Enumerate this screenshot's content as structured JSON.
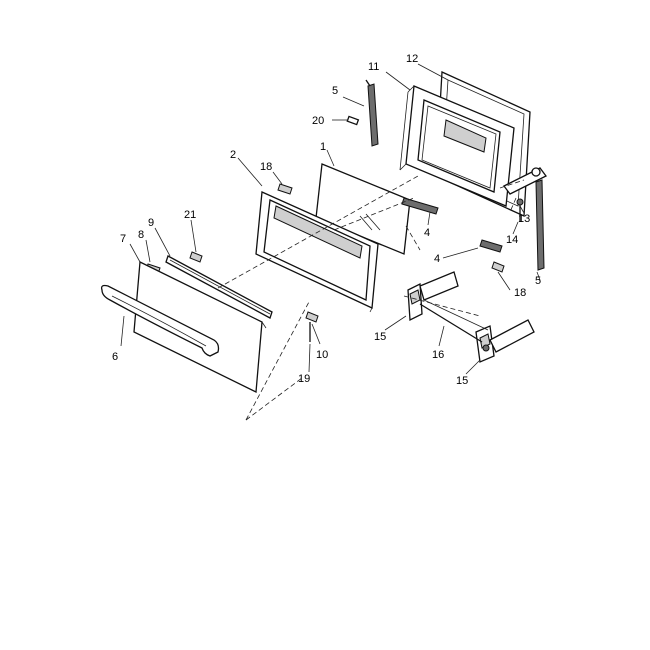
{
  "callouts": [
    {
      "id": "c1",
      "text": "1"
    },
    {
      "id": "c2",
      "text": "2"
    },
    {
      "id": "c4a",
      "text": "4"
    },
    {
      "id": "c4b",
      "text": "4"
    },
    {
      "id": "c5a",
      "text": "5"
    },
    {
      "id": "c5b",
      "text": "5"
    },
    {
      "id": "c6",
      "text": "6"
    },
    {
      "id": "c7",
      "text": "7"
    },
    {
      "id": "c8",
      "text": "8"
    },
    {
      "id": "c9",
      "text": "9"
    },
    {
      "id": "c10",
      "text": "10"
    },
    {
      "id": "c11",
      "text": "11"
    },
    {
      "id": "c12",
      "text": "12"
    },
    {
      "id": "c13",
      "text": "13"
    },
    {
      "id": "c14",
      "text": "14"
    },
    {
      "id": "c15a",
      "text": "15"
    },
    {
      "id": "c15b",
      "text": "15"
    },
    {
      "id": "c16",
      "text": "16"
    },
    {
      "id": "c18a",
      "text": "18"
    },
    {
      "id": "c18b",
      "text": "18"
    },
    {
      "id": "c19",
      "text": "19"
    },
    {
      "id": "c20",
      "text": "20"
    },
    {
      "id": "c21",
      "text": "21"
    }
  ]
}
